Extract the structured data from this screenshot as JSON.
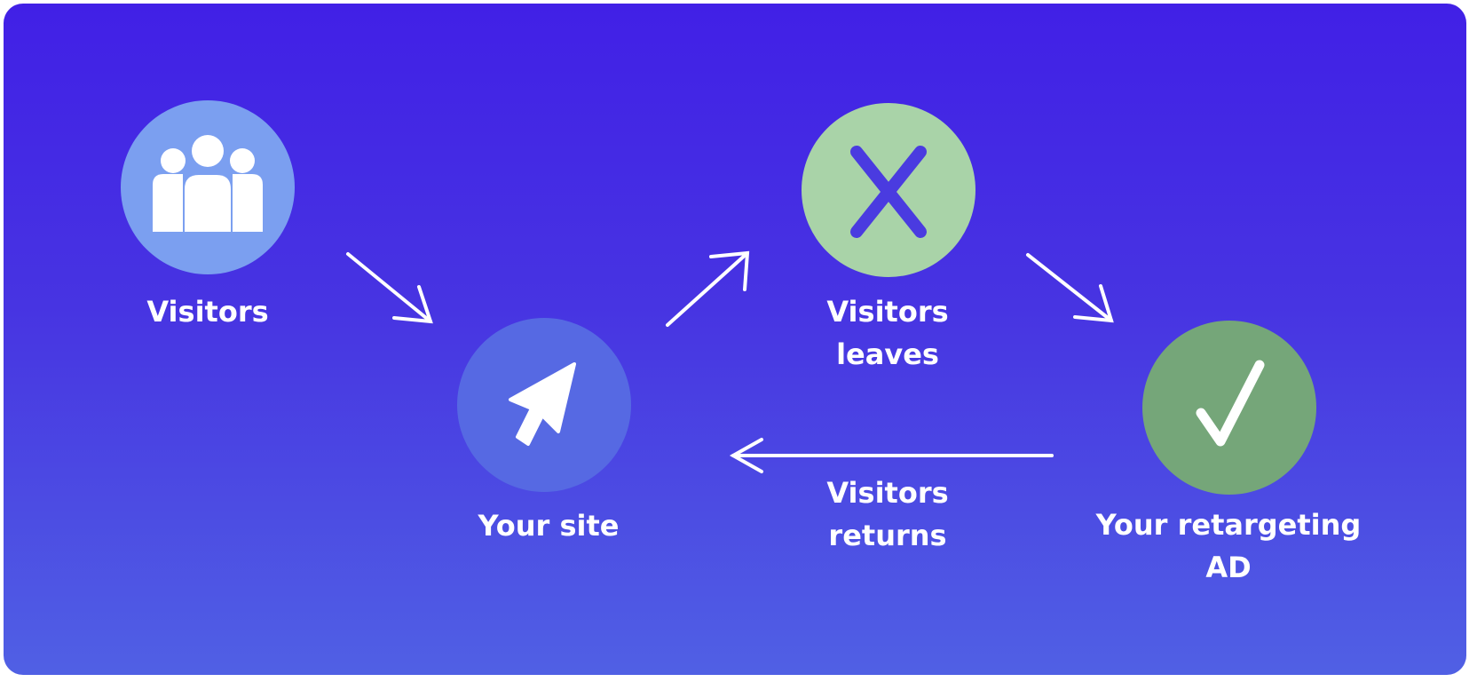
{
  "colors": {
    "background_top": "#4120e6",
    "background_bottom": "#5060e4",
    "visitors_node": "#7b9ff0",
    "site_node": "#5669e3",
    "leaves_node": "#a9d3a8",
    "ad_node": "#75a679",
    "text": "#ffffff",
    "arrow": "#ffffff"
  },
  "nodes": {
    "visitors": {
      "label": "Visitors",
      "icon": "people-icon"
    },
    "site": {
      "label": "Your site",
      "icon": "cursor-icon"
    },
    "leaves": {
      "label_line1": "Visitors",
      "label_line2": "leaves",
      "icon": "x-icon"
    },
    "ad": {
      "label_line1": "Your retargeting",
      "label_line2": "AD",
      "icon": "checkmark-icon"
    }
  },
  "edges": {
    "returns": {
      "label_line1": "Visitors",
      "label_line2": "returns"
    }
  }
}
